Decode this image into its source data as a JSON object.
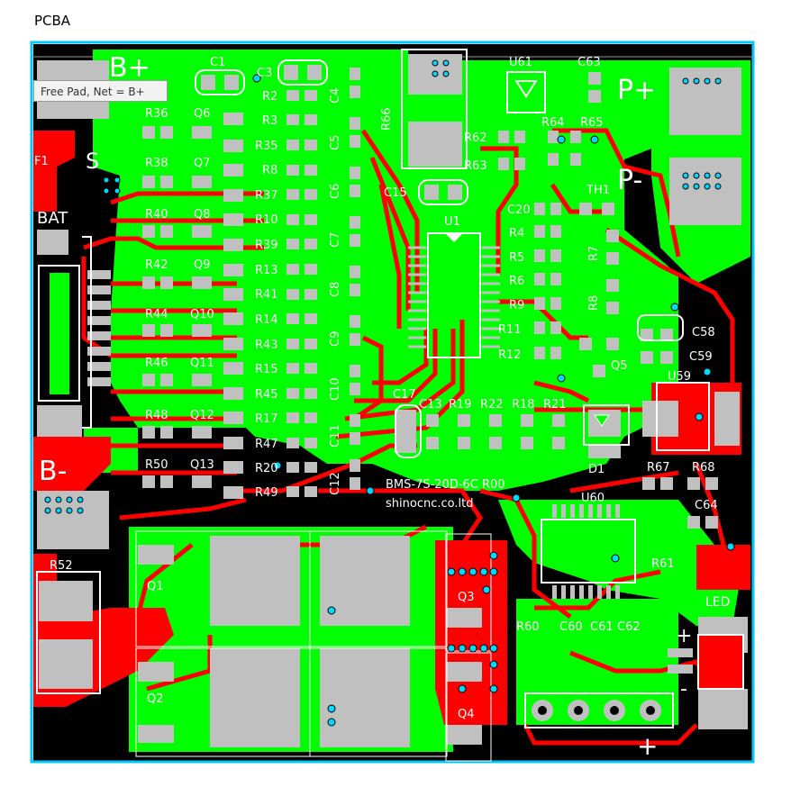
{
  "page": {
    "title": "PCBA"
  },
  "tooltip": {
    "text": "Free Pad, Net = B+"
  },
  "colors": {
    "board_bg": "#000000",
    "copper_top": "#00ff00",
    "copper_bottom": "#ff0000",
    "trace": "#ff0000",
    "pad": "#c0c0c0",
    "silkscreen": "#ffffff",
    "via": "#00d8ff",
    "outline": "#00c8ff"
  },
  "board": {
    "power_labels": {
      "b_plus": "B+",
      "b_minus": "B-",
      "p_plus": "P+",
      "p_minus": "P-",
      "bat": "BAT",
      "led": "LED",
      "plus_bottom": "+",
      "plus_led": "+",
      "minus_led": "-"
    },
    "text_lines": {
      "line1": "BMS-7S-20D-6C R00",
      "line2": "shinocnc.co.ltd"
    },
    "designators": {
      "C1": "C1",
      "C3": "C3",
      "C4": "C4",
      "C5": "C5",
      "C6": "C6",
      "C7": "C7",
      "C8": "C8",
      "C9": "C9",
      "C10": "C10",
      "C11": "C11",
      "C12": "C12",
      "C13": "C13",
      "C15": "C15",
      "C17": "C17",
      "C20": "C20",
      "C58": "C58",
      "C59": "C59",
      "C60": "C60",
      "C61": "C61",
      "C62": "C62",
      "C63": "C63",
      "C64": "C64",
      "R2": "R2",
      "R3": "R3",
      "R4": "R4",
      "R5": "R5",
      "R6": "R6",
      "R7": "R7",
      "R8": "R8",
      "R9": "R9",
      "R10": "R10",
      "R11": "R11",
      "R12": "R12",
      "R13": "R13",
      "R14": "R14",
      "R15": "R15",
      "R17": "R17",
      "R18": "R18",
      "R19": "R19",
      "R20": "R20",
      "R21": "R21",
      "R22": "R22",
      "R35": "R35",
      "R36": "R36",
      "R37": "R37",
      "R38": "R38",
      "R39": "R39",
      "R40": "R40",
      "R41": "R41",
      "R42": "R42",
      "R43": "R43",
      "R44": "R44",
      "R45": "R45",
      "R46": "R46",
      "R47": "R47",
      "R48": "R48",
      "R49": "R49",
      "R50": "R50",
      "R52": "R52",
      "R60": "R60",
      "R61": "R61",
      "R62": "R62",
      "R63": "R63",
      "R64": "R64",
      "R65": "R65",
      "R66": "R66",
      "R67": "R67",
      "R68": "R68",
      "Q1": "Q1",
      "Q2": "Q2",
      "Q3": "Q3",
      "Q4": "Q4",
      "Q5": "Q5",
      "Q6": "Q6",
      "Q7": "Q7",
      "Q8": "Q8",
      "Q9": "Q9",
      "Q10": "Q10",
      "Q11": "Q11",
      "Q12": "Q12",
      "Q13": "Q13",
      "U1": "U1",
      "U59": "U59",
      "U60": "U60",
      "U61": "U61",
      "D1": "D1",
      "F1": "F1",
      "TH1": "TH1",
      "S": "S"
    }
  }
}
